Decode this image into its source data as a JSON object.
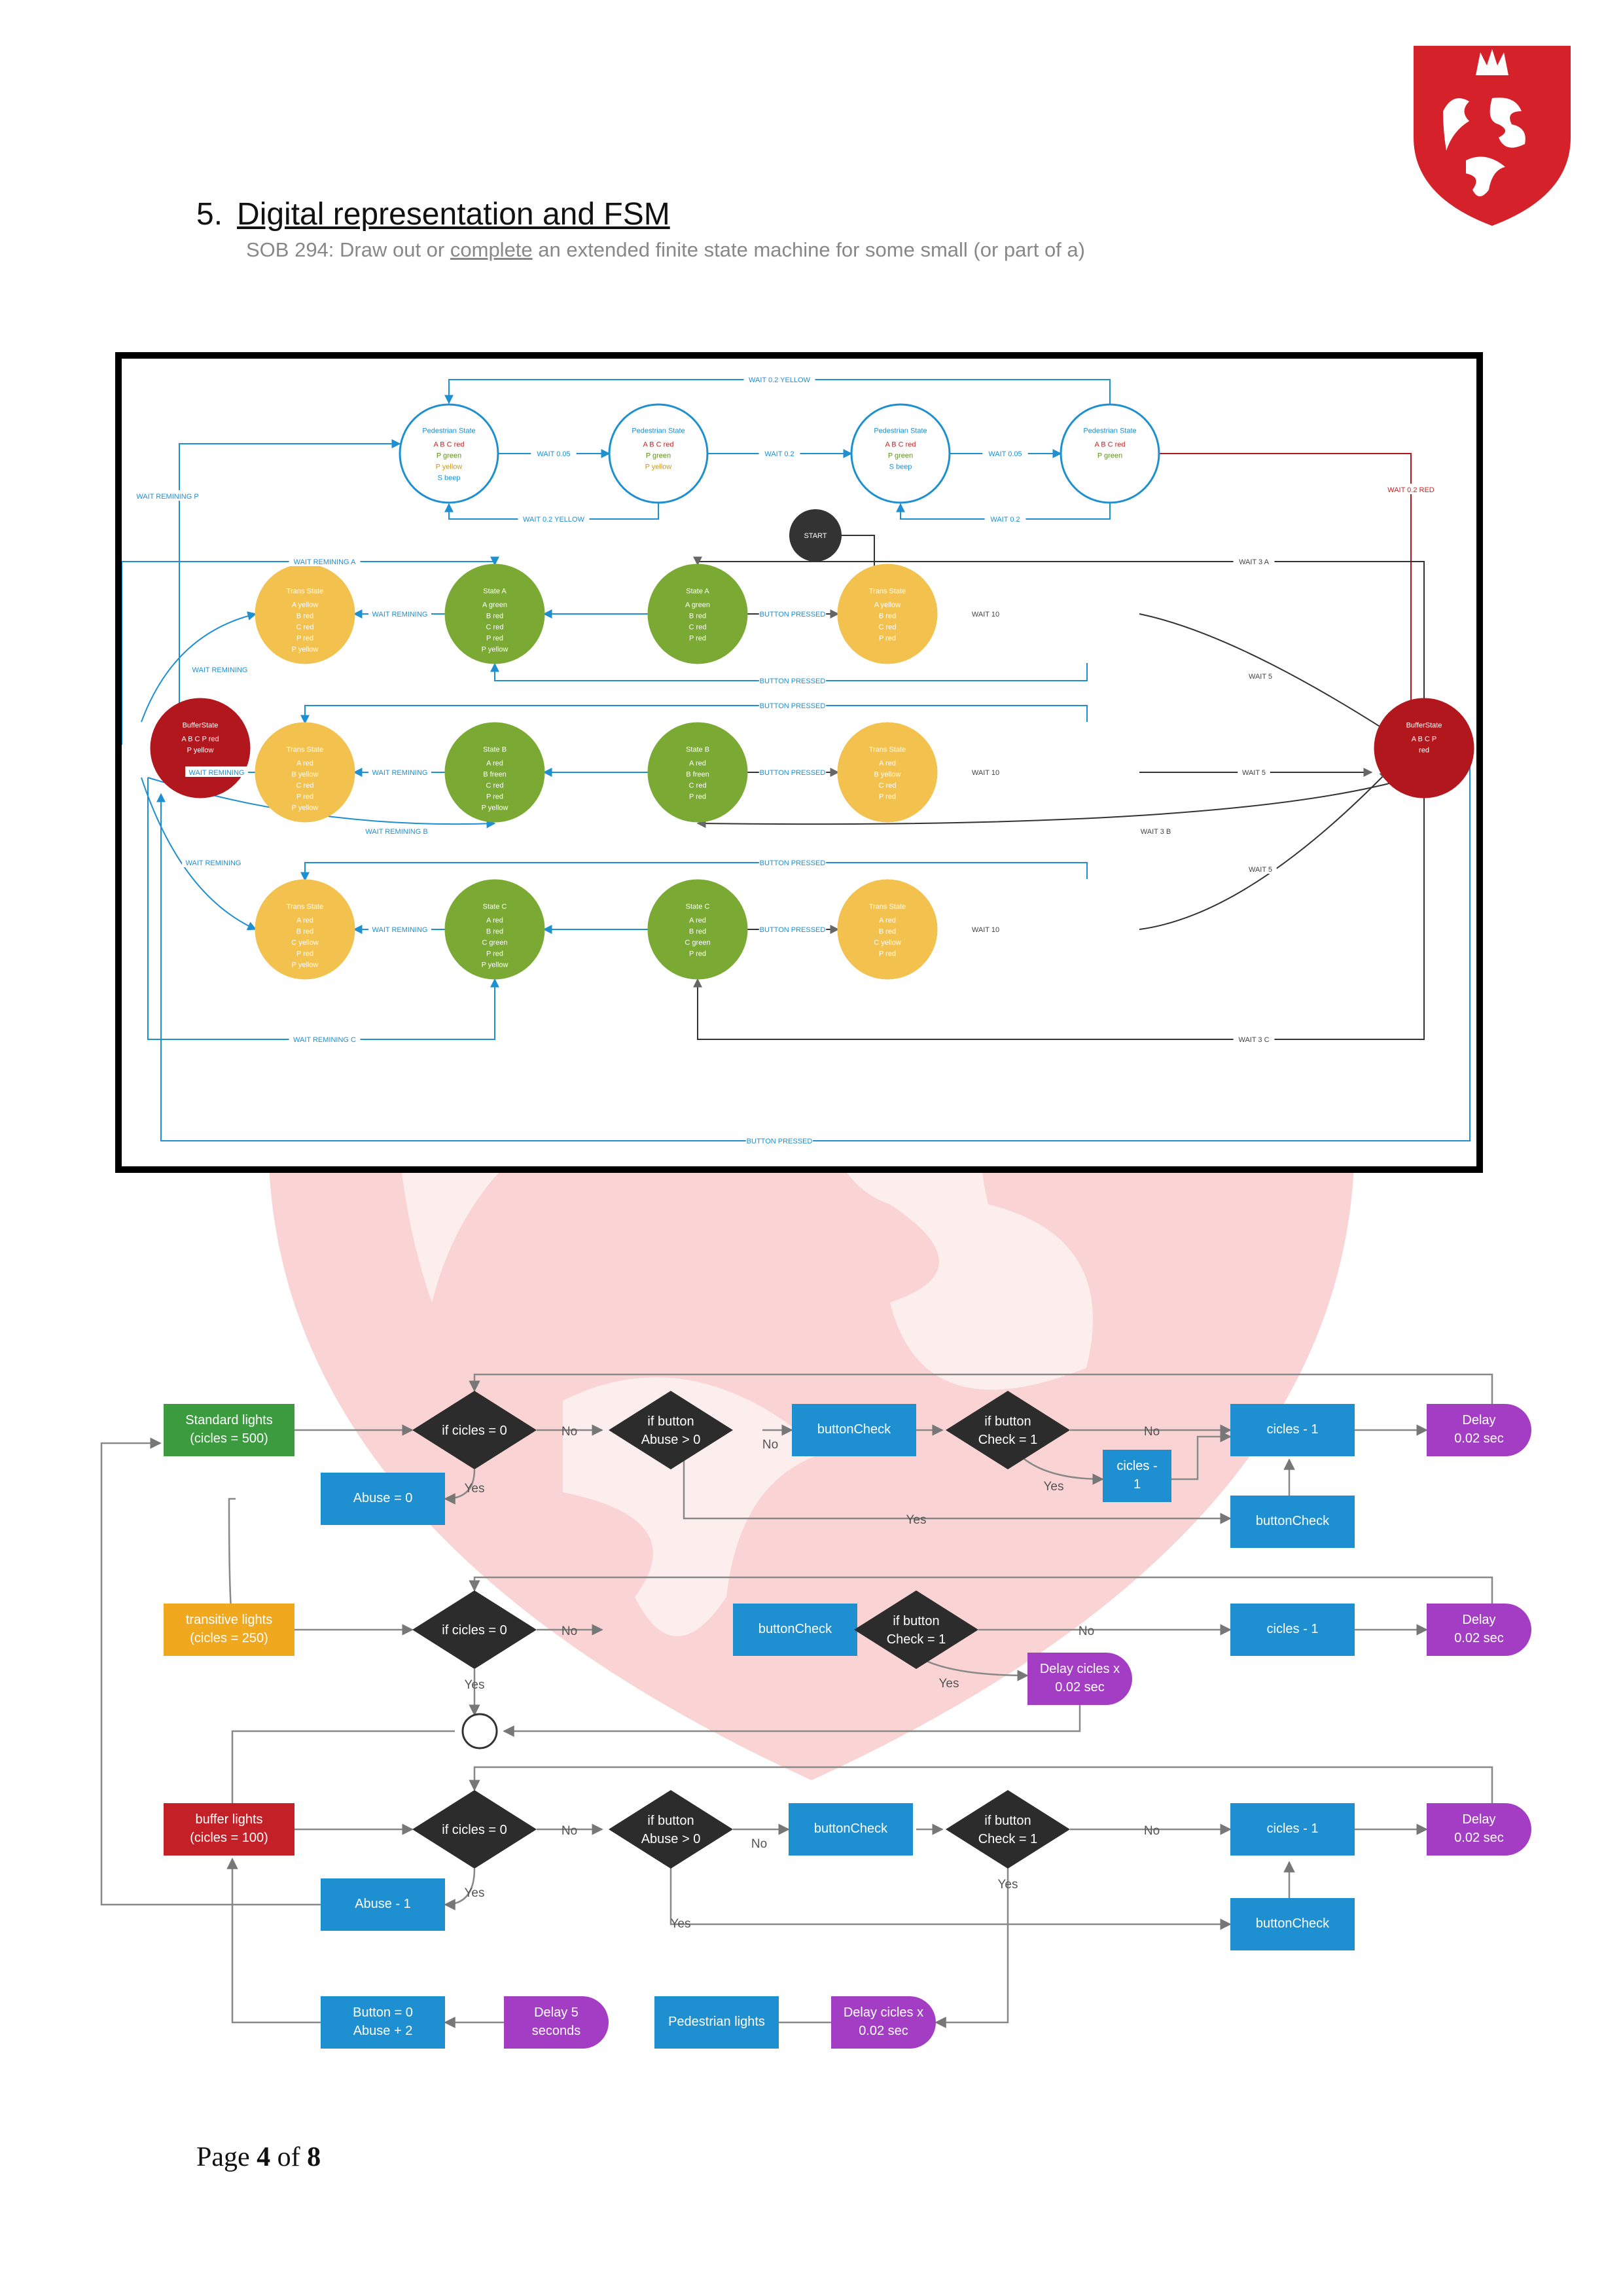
{
  "header": {
    "number": "5.",
    "title": "Digital representation and FSM"
  },
  "subheading": {
    "prefix": "SOB 294: Draw out or ",
    "underlined": "complete",
    "suffix": " an extended finite state machine for some small (or part of a)"
  },
  "logo": {
    "name": "shield-crown-logo",
    "color": "#d4212a"
  },
  "fsm": {
    "start": "START",
    "pedestrian": [
      {
        "title": "Pedestrian State",
        "lines": [
          "A B C red",
          "P green",
          "P yellow",
          "S beep"
        ]
      },
      {
        "title": "Pedestrian State",
        "lines": [
          "A B C red",
          "P green",
          "P yellow"
        ]
      },
      {
        "title": "Pedestrian State",
        "lines": [
          "A B C red",
          "P green",
          "S beep"
        ]
      },
      {
        "title": "Pedestrian State",
        "lines": [
          "A B C red",
          "P green"
        ]
      }
    ],
    "ped_edges": {
      "w005a": "WAIT 0.05",
      "w02": "WAIT 0.2",
      "w005b": "WAIT 0.05",
      "top": "WAIT 0.2 YELLOW",
      "bot_left": "WAIT 0.2 YELLOW",
      "bot_right": "WAIT 0.2",
      "red": "WAIT 0.2 RED",
      "rem_p": "WAIT REMINING P"
    },
    "rows": [
      {
        "trans_left": {
          "title": "Trans State",
          "lines": [
            "A yellow",
            "B red",
            "C red",
            "P red",
            "P yellow"
          ]
        },
        "left": {
          "title": "State A",
          "lines": [
            "A green",
            "B red",
            "C red",
            "P red",
            "P yellow"
          ]
        },
        "right": {
          "title": "State A",
          "lines": [
            "A green",
            "B red",
            "C red",
            "P red"
          ]
        },
        "trans_right": {
          "title": "Trans State",
          "lines": [
            "A yellow",
            "B red",
            "C red",
            "P red"
          ]
        },
        "e_rem": "WAIT REMINING",
        "e_btn": "BUTTON PRESSED",
        "e_w10": "WAIT 10",
        "e_under": "BUTTON PRESSED",
        "e_top": "WAIT REMINING A",
        "e_w3": "WAIT 3 A"
      },
      {
        "trans_left": {
          "title": "Trans State",
          "lines": [
            "A red",
            "B yellow",
            "C red",
            "P red",
            "P yellow"
          ]
        },
        "left": {
          "title": "State B",
          "lines": [
            "A red",
            "B freen",
            "C red",
            "P red",
            "P yellow"
          ]
        },
        "right": {
          "title": "State B",
          "lines": [
            "A red",
            "B freen",
            "C red",
            "P red"
          ]
        },
        "trans_right": {
          "title": "Trans State",
          "lines": [
            "A red",
            "B yellow",
            "C red",
            "P red"
          ]
        },
        "e_rem": "WAIT REMINING",
        "e_btn": "BUTTON PRESSED",
        "e_w10": "WAIT 10",
        "e_over": "BUTTON PRESSED",
        "e_w5": "WAIT 5",
        "e_rem_b": "WAIT REMINING B",
        "e_w3": "WAIT 3 B",
        "e_buf": "WAIT REMINING"
      },
      {
        "trans_left": {
          "title": "Trans State",
          "lines": [
            "A red",
            "B red",
            "C yellow",
            "P red",
            "P yellow"
          ]
        },
        "left": {
          "title": "State C",
          "lines": [
            "A red",
            "B red",
            "C green",
            "P red",
            "P yellow"
          ]
        },
        "right": {
          "title": "State C",
          "lines": [
            "A red",
            "B red",
            "C green",
            "P red"
          ]
        },
        "trans_right": {
          "title": "Trans State",
          "lines": [
            "A red",
            "B red",
            "C yellow",
            "P red"
          ]
        },
        "e_rem": "WAIT REMINING",
        "e_btn": "BUTTON PRESSED",
        "e_w10": "WAIT 10",
        "e_over": "BUTTON PRESSED",
        "e_rem_c": "WAIT REMINING C",
        "e_w3": "WAIT 3 C"
      }
    ],
    "buffer_left": {
      "title": "BufferState",
      "lines": [
        "A B C P red",
        "P yellow"
      ]
    },
    "buffer_right": {
      "title": "BufferState",
      "lines": [
        "A B C P",
        "red"
      ]
    },
    "misc": {
      "rem1": "WAIT REMINING",
      "rem2": "WAIT REMINING",
      "w5a": "WAIT 5",
      "w5c": "WAIT 5",
      "bottom": "BUTTON PRESSED"
    },
    "colors": {
      "blue": "#1e8fd0",
      "green": "#7aaa34",
      "yellow": "#f2c14e",
      "red": "#b3171e",
      "dark": "#333333",
      "text_red": "#cc2020",
      "text_green": "#5a8f1d",
      "text_yellow": "#d29a00",
      "text_blue": "#1e8fd0"
    }
  },
  "flow": {
    "standard": [
      "Standard lights",
      "(cicles = 500)"
    ],
    "transitive": [
      "transitive lights",
      "(cicles = 250)"
    ],
    "buffer": [
      "buffer lights",
      "(cicles = 100)"
    ],
    "if_cicles": "if cicles = 0",
    "if_abuse": [
      "if button",
      "Abuse > 0"
    ],
    "if_check": [
      "if button",
      "Check = 1"
    ],
    "button_check": "buttonCheck",
    "cicles_minus": "cicles - 1",
    "cicles_minus_split": [
      "cicles -",
      "1"
    ],
    "delay": [
      "Delay",
      "0.02 sec"
    ],
    "delay_cycles": [
      "Delay cicles x",
      "0.02 sec"
    ],
    "abuse0": "Abuse = 0",
    "abuse_minus": "Abuse - 1",
    "button_abuse": [
      "Button = 0",
      "Abuse + 2"
    ],
    "delay5": [
      "Delay 5",
      "seconds"
    ],
    "pedestrian": "Pedestrian lights",
    "yes": "Yes",
    "no": "No",
    "colors": {
      "blue": "#1e8fd0",
      "green": "#3c9a3f",
      "orange": "#f0a81e",
      "red": "#c42027",
      "purple": "#a33ec4",
      "dark": "#2c2c2c",
      "line": "#777777"
    }
  },
  "footer": {
    "prefix": "Page ",
    "page": "4",
    "mid": " of ",
    "total": "8"
  }
}
